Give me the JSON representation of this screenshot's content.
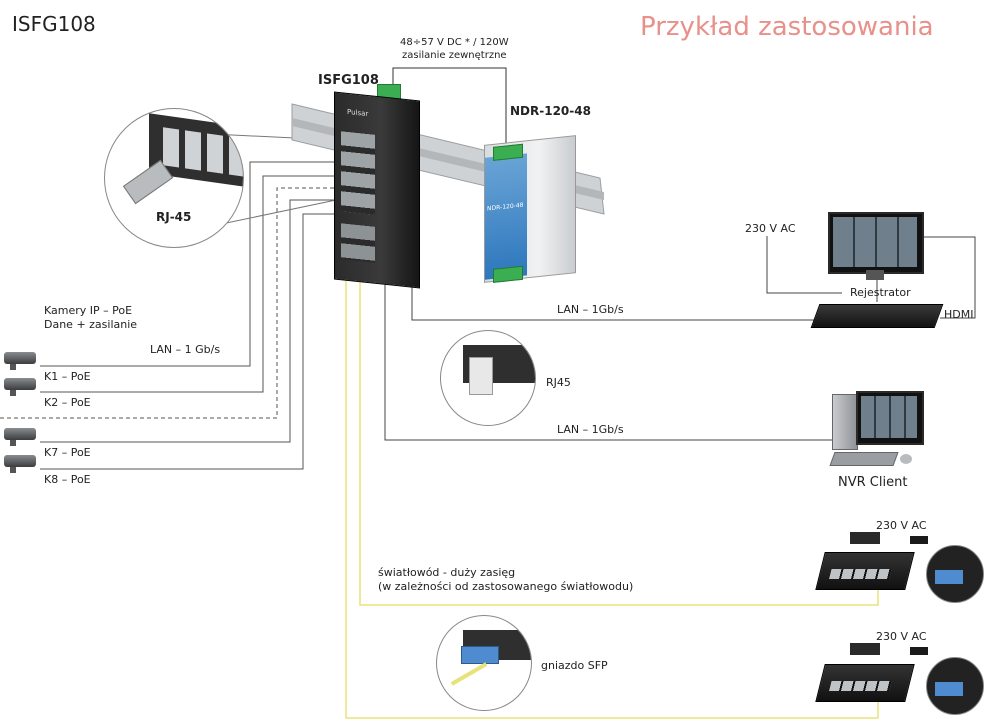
{
  "header": {
    "model": "ISFG108",
    "subtitle": "Przykład zastosowania"
  },
  "power": {
    "spec": "48÷57 V DC * / 120W",
    "note": "zasilanie zewnętrzne",
    "psu_label": "NDR-120-48",
    "psu_print": "NDR-120-48"
  },
  "switch": {
    "label": "ISFG108",
    "brand_print": "Pulsar"
  },
  "rj45_callout": {
    "label": "RJ-45"
  },
  "cameras": {
    "heading_line1": "Kamery IP – PoE",
    "heading_line2": "Dane + zasilanie",
    "link_speed": "LAN – 1 Gb/s",
    "items": [
      "K1 – PoE",
      "K2 – PoE",
      "K7 – PoE",
      "K8 – PoE"
    ]
  },
  "recorder": {
    "ac": "230 V AC",
    "label": "Rejestrator",
    "hdmi": "HDMI",
    "link": "LAN – 1Gb/s"
  },
  "rj45_small": {
    "label": "RJ45"
  },
  "nvr": {
    "link": "LAN – 1Gb/s",
    "label": "NVR Client"
  },
  "fiber": {
    "line1": "światłowód - duży zasięg",
    "line2": "(w zależności od zastosowanego światłowodu)",
    "sfp_label": "gniazdo SFP",
    "ac_1": "230 V AC",
    "ac_2": "230 V AC"
  },
  "colors": {
    "fiber": "#e8e27a",
    "wire": "#555555",
    "accent": "#e8908a"
  }
}
